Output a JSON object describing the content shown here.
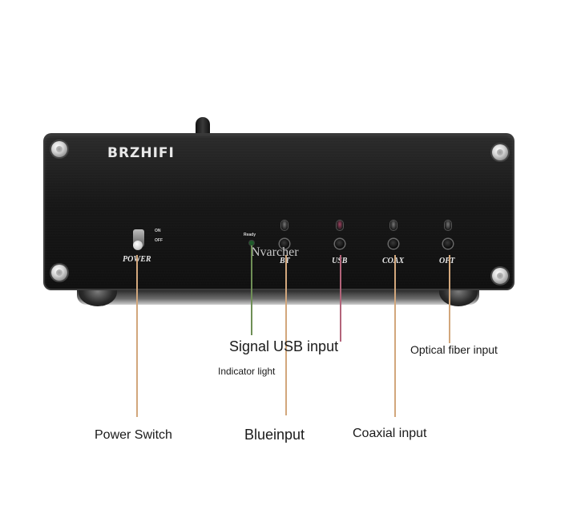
{
  "device": {
    "brand": "BRZHIFI",
    "power": {
      "on_label": "ON",
      "off_label": "OFF",
      "label": "POWER"
    },
    "ready_label": "Ready",
    "inputs": [
      {
        "label": "BT"
      },
      {
        "label": "USB"
      },
      {
        "label": "COAX"
      },
      {
        "label": "OPT"
      }
    ]
  },
  "watermark": "Nvarcher",
  "callouts": {
    "signal_usb": "Signal USB input",
    "indicator": "Indicator light",
    "optical": "Optical fiber input",
    "power_switch": "Power Switch",
    "blue": "Blueinput",
    "coaxial": "Coaxial input"
  },
  "colors": {
    "panel": "#161616",
    "line_orange": "#d2a77c",
    "line_green": "#6f8f56",
    "line_red": "#b3647a"
  }
}
